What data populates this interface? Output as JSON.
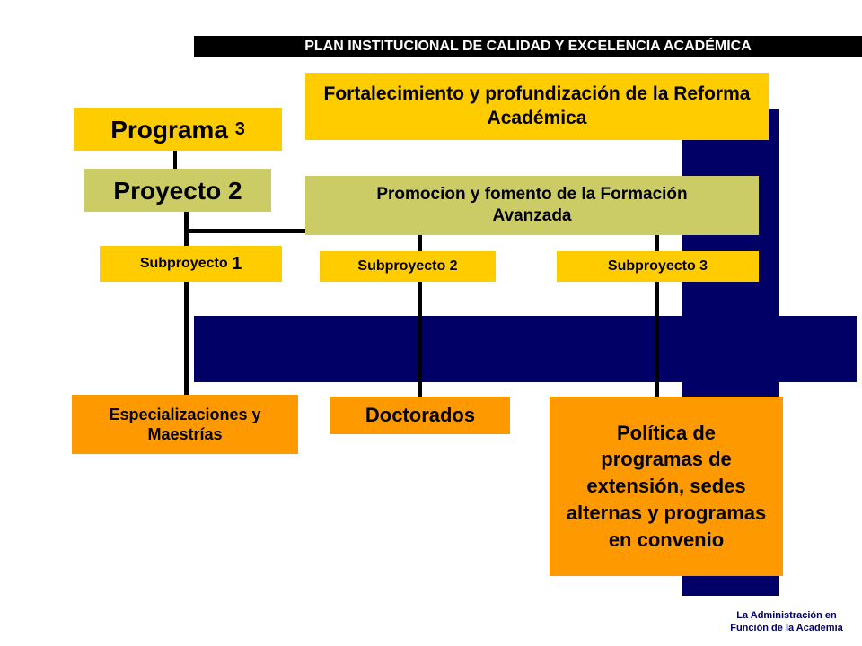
{
  "header": {
    "title": "PLAN INSTITUCIONAL DE CALIDAD Y EXCELENCIA ACADÉMICA"
  },
  "program": {
    "prefix": "Programa",
    "number": "3",
    "description": "Fortalecimiento y profundización de la Reforma Académica"
  },
  "project": {
    "label": "Proyecto 2",
    "description": "Promocion y fomento de la  Formación Avanzada"
  },
  "subprojects": [
    {
      "prefix": "Subproyecto",
      "number": "1"
    },
    {
      "label": "Subproyecto 2"
    },
    {
      "label": "Subproyecto 3"
    }
  ],
  "outcomes": [
    {
      "label": "Especializaciones y Maestrías"
    },
    {
      "label": "Doctorados"
    },
    {
      "label": "Política de programas de extensión, sedes alternas y programas en convenio"
    }
  ],
  "footer": {
    "caption": "La Administración en Función de la Academia"
  },
  "colors": {
    "header_bg": "#000000",
    "navy": "#000066",
    "program_box": "#ffcc00",
    "project_box": "#cccc66",
    "outcome_box": "#ff9900"
  }
}
